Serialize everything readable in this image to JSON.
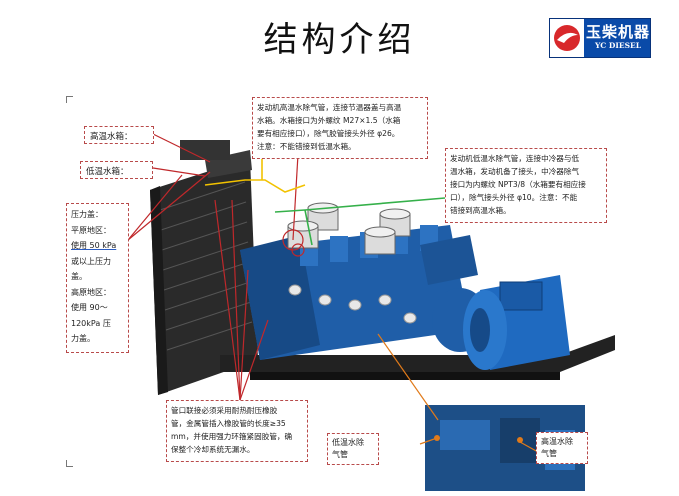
{
  "title": "结构介绍",
  "brand": {
    "name_cn": "玉柴机器",
    "name_en": "YC DIESEL",
    "logo_icon": "yuchai-logo-icon"
  },
  "labels": {
    "high_temp_tank": "高温水箱：",
    "low_temp_tank": "低温水箱：",
    "pressure_cap": [
      "压力盖：",
      "平原地区：",
      "使用 50 kPa",
      "或以上压力",
      "盖。",
      "高原地区：",
      "使用 90～",
      "120kPa 压",
      "力盖。"
    ],
    "high_temp_pipe_note": [
      "发动机高温水除气管，连接节温器盖与高温",
      "水箱。水箱接口为外螺纹 M27×1.5（水箱",
      "要有相应接口），除气胶管接头外径 φ26。",
      "注意：不能错接到低温水箱。"
    ],
    "low_temp_pipe_note": [
      "发动机低温水除气管，连接中冷器与低",
      "温水箱，发动机备了接头，中冷器除气",
      "接口为内螺纹 NPT3/8（水箱要有相应接",
      "口），除气接头外径 φ10。注意：不能",
      "错接到高温水箱。"
    ],
    "hose_note": [
      "管口联接必须采用耐热耐压橡胶",
      "管，金属管插入橡胶管的长度≥35",
      "mm，并使用强力环箍紧固胶管，确",
      "保整个冷却系统无漏水。"
    ],
    "low_temp_vent": [
      "低温水除",
      "气管"
    ],
    "high_temp_vent": [
      "高温水除",
      "气管"
    ]
  },
  "colors": {
    "engine_blue": "#1f5ea8",
    "callout_red": "#c0282b",
    "callout_yellow": "#f2c200",
    "callout_green": "#35b04a",
    "callout_orange": "#e07a1a",
    "logo_blue": "#0a4aa8"
  }
}
